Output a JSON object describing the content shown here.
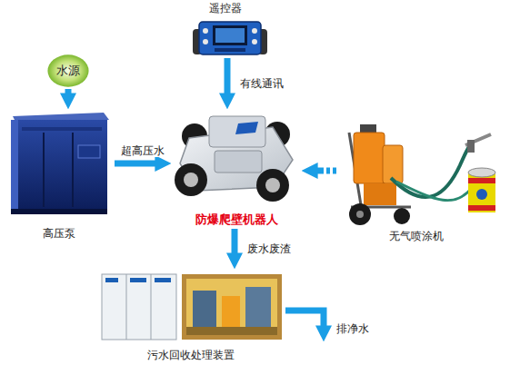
{
  "diagram": {
    "nodes": [
      {
        "text": [
          "遥控器"
        ]
      },
      {
        "text": [
          "水源"
        ]
      },
      {
        "text": [
          "高压泵"
        ]
      },
      {
        "text": [
          "防爆爬壁机器人"
        ]
      },
      {
        "text": [
          "无气喷涂机"
        ]
      },
      {
        "text": [
          "污水回收处理装置"
        ]
      }
    ],
    "edges": [
      {
        "from": 1,
        "to": 2,
        "arrow": "to"
      },
      {
        "from": 0,
        "to": 3,
        "label": "有线通讯",
        "arrow": "to"
      },
      {
        "from": 2,
        "to": 3,
        "label": "超高压水",
        "arrow": "to"
      },
      {
        "from": 4,
        "to": 3,
        "arrow": "to"
      },
      {
        "from": 3,
        "to": 5,
        "label": "废水废渣",
        "arrow": "to"
      }
    ],
    "labels": [
      "排净水"
    ]
  }
}
